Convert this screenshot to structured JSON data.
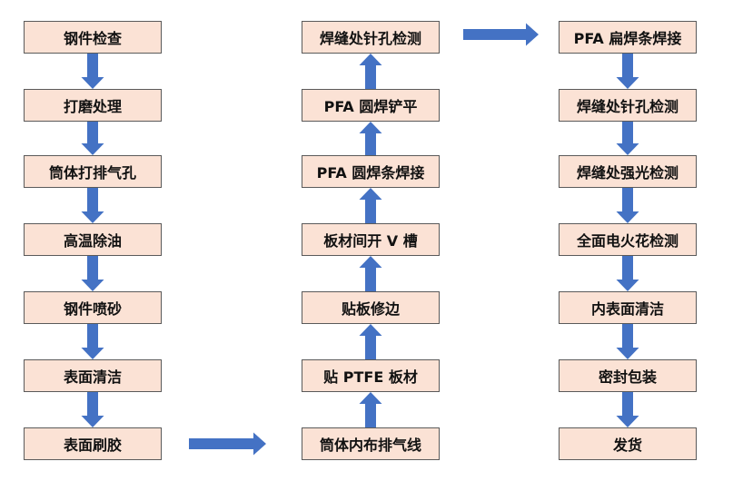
{
  "colors": {
    "box_fill": "#fbe2d5",
    "box_border": "#5a5a5a",
    "arrow": "#4472c4"
  },
  "columns": [
    {
      "direction": "down",
      "steps": [
        "钢件检查",
        "打磨处理",
        "筒体打排气孔",
        "高温除油",
        "钢件喷砂",
        "表面清洁",
        "表面刷胶"
      ]
    },
    {
      "direction": "up",
      "steps": [
        "焊缝处针孔检测",
        "PFA 圆焊铲平",
        "PFA 圆焊条焊接",
        "板材间开 V 槽",
        "贴板修边",
        "贴 PTFE 板材",
        "筒体内布排气线"
      ]
    },
    {
      "direction": "down",
      "steps": [
        "PFA 扁焊条焊接",
        "焊缝处针孔检测",
        "焊缝处强光检测",
        "全面电火花检测",
        "内表面清洁",
        "密封包装",
        "发货"
      ]
    }
  ],
  "connectors": [
    {
      "from": "表面刷胶",
      "to": "筒体内布排气线",
      "direction": "right"
    },
    {
      "from": "焊缝处针孔检测",
      "to": "PFA 扁焊条焊接",
      "direction": "right"
    }
  ]
}
